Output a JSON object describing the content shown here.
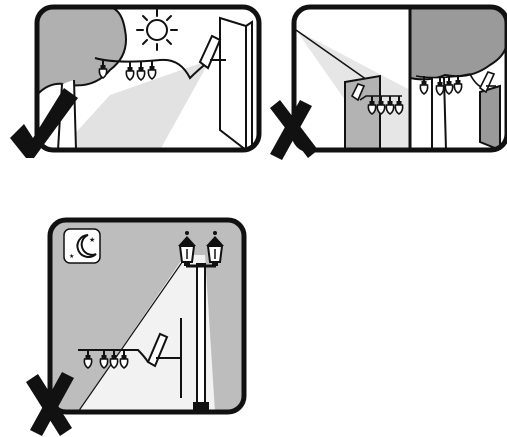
{
  "diagram": {
    "panels": [
      {
        "id": "sunny-correct",
        "scene": "sunlight-direct-on-panel",
        "verdict": "correct",
        "verdict_icon": "checkmark-icon"
      },
      {
        "id": "shaded-incorrect",
        "scene": "panel-under-tree-shade",
        "verdict": "incorrect",
        "verdict_icon": "cross-icon"
      },
      {
        "id": "night-streetlight-incorrect",
        "scene": "panel-next-to-street-lamp-at-night",
        "verdict": "incorrect",
        "verdict_icon": "cross-icon"
      }
    ],
    "icons": [
      "sun-icon",
      "moon-stars-icon",
      "tree-icon",
      "solar-panel-icon",
      "string-lights-icon",
      "street-lamp-icon",
      "wall-icon"
    ],
    "colors": {
      "frame": "#000000",
      "background": "#ffffff",
      "shade_gray": "#b3b3b3",
      "light_gray": "#e0e0e0",
      "mid_gray": "#9a9a9a",
      "night_gray": "#bdbdbd",
      "ink": "#111111"
    }
  }
}
